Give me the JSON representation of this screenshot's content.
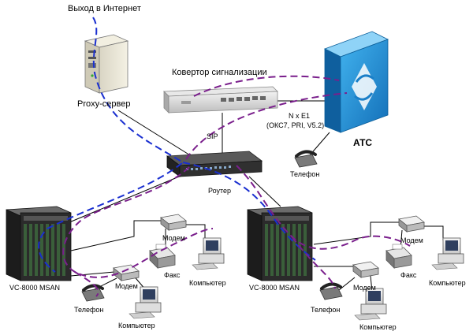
{
  "labels": {
    "internet": "Выход в Интернет",
    "proxy": "Proxy-сервер",
    "converter": "Ковертор сигнализации",
    "ne1_line1": "N x E1",
    "ne1_line2": "(ОКС7, PRI, V5.2)",
    "ats": "АТС",
    "sip": "SIP",
    "router": "Роутер",
    "phone_ats": "Телефон",
    "msan_left": "VC-8000 MSAN",
    "msan_right": "VC-8000 MSAN",
    "modem_l1": "Модем",
    "fax_l": "Факс",
    "computer_l1": "Компьютер",
    "modem_l2": "Модем",
    "phone_l": "Телефон",
    "computer_l2": "Компьютер",
    "modem_r1": "Модем",
    "fax_r": "Факс",
    "computer_r1": "Компьютер",
    "modem_r2": "Модем",
    "phone_r": "Телефон",
    "computer_r2": "Компьютер"
  },
  "colors": {
    "internet_path": "#1a2fd0",
    "voice_path": "#7a1f8c",
    "ats_blue": "#1d8fd6",
    "rack_dark": "#2b2b2b"
  },
  "icons": [
    "server-icon",
    "converter-icon",
    "ats-icon",
    "router-icon",
    "msan-rack-icon",
    "modem-icon",
    "fax-icon",
    "computer-icon",
    "phone-icon"
  ]
}
